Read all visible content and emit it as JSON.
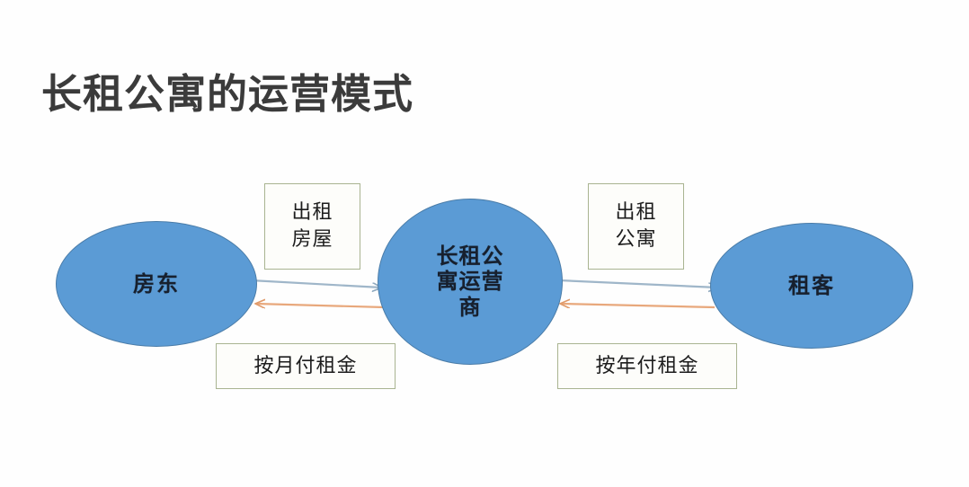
{
  "page": {
    "title": "长租公寓的运营模式",
    "background_color": "#fefefe",
    "title_color": "#3b3b3b"
  },
  "theme": {
    "node_fill": "#5b9bd5",
    "node_border": "#4a7ca8",
    "node_text_color": "#17202e",
    "box_fill": "#fdfdfa",
    "box_border": "#a9b491",
    "box_text_color": "#1d1d1d",
    "arrow_forward_color": "#9fb6c9",
    "arrow_return_color": "#e8a87c"
  },
  "diagram": {
    "type": "flow",
    "nodes": [
      {
        "id": "landlord",
        "label": "房东",
        "shape": "ellipse"
      },
      {
        "id": "operator",
        "label": "长租公\n寓运营\n商",
        "shape": "ellipse"
      },
      {
        "id": "tenant",
        "label": "租客",
        "shape": "ellipse"
      }
    ],
    "edge_labels": [
      {
        "id": "rent-house",
        "text": "出租\n房屋"
      },
      {
        "id": "rent-apartment",
        "text": "出租\n公寓"
      },
      {
        "id": "monthly-rent",
        "text": "按月付租金"
      },
      {
        "id": "yearly-rent",
        "text": "按年付租金"
      }
    ],
    "edges": [
      {
        "id": "landlord-to-operator",
        "from": "landlord",
        "to": "operator",
        "label": "出租房屋",
        "direction": "right",
        "color": "#9fb6c9"
      },
      {
        "id": "operator-to-landlord",
        "from": "operator",
        "to": "landlord",
        "label": "按月付租金",
        "direction": "left",
        "color": "#e8a87c"
      },
      {
        "id": "operator-to-tenant",
        "from": "operator",
        "to": "tenant",
        "label": "出租公寓",
        "direction": "right",
        "color": "#9fb6c9"
      },
      {
        "id": "tenant-to-operator",
        "from": "tenant",
        "to": "operator",
        "label": "按年付租金",
        "direction": "left",
        "color": "#e8a87c"
      }
    ]
  }
}
